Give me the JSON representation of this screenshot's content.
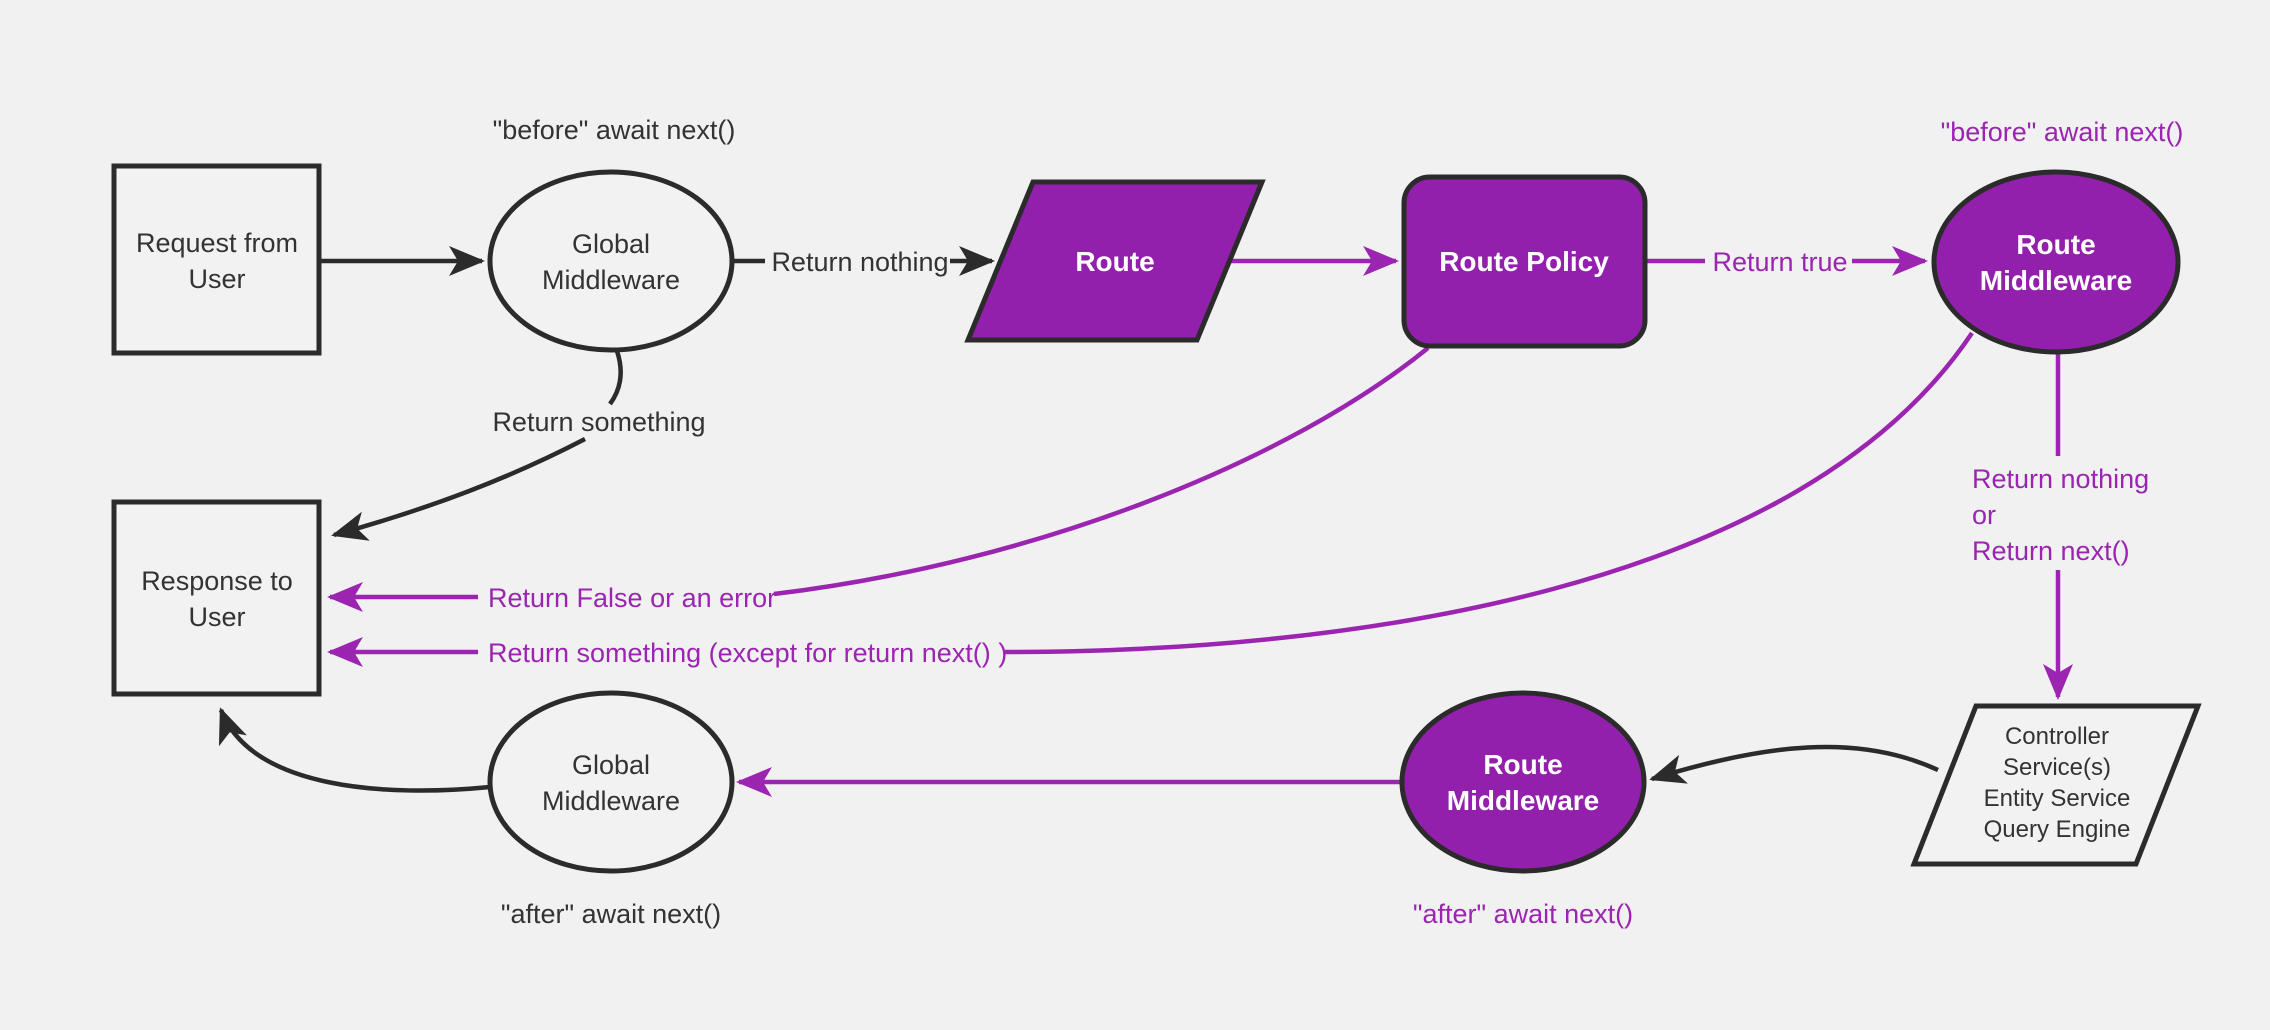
{
  "diagram": {
    "colors": {
      "background": "#f1f1f1",
      "light_fill": "#f2f2f2",
      "purple_fill": "#9320ac",
      "purple": "#9b25b1",
      "dark": "#333333",
      "stroke": "#2b2b2b",
      "white": "#ffffff"
    },
    "nodes": {
      "request": {
        "type": "rectangle",
        "lines": [
          "Request from",
          "User"
        ]
      },
      "global_top": {
        "type": "ellipse",
        "lines": [
          "Global",
          "Middleware"
        ]
      },
      "route": {
        "type": "parallelogram",
        "label": "Route"
      },
      "route_policy": {
        "type": "rounded-rectangle",
        "label": "Route Policy"
      },
      "route_mw_top": {
        "type": "ellipse",
        "lines": [
          "Route",
          "Middleware"
        ]
      },
      "controller": {
        "type": "parallelogram",
        "lines": [
          "Controller",
          "Service(s)",
          "Entity Service",
          "Query Engine"
        ]
      },
      "route_mw_bottom": {
        "type": "ellipse",
        "lines": [
          "Route",
          "Middleware"
        ]
      },
      "global_bottom": {
        "type": "ellipse",
        "lines": [
          "Global",
          "Middleware"
        ]
      },
      "response": {
        "type": "rectangle",
        "lines": [
          "Response to",
          "User"
        ]
      }
    },
    "labels": {
      "before_await_left": "\"before\" await next()",
      "return_nothing": "Return nothing",
      "return_true": "Return true",
      "before_await_right": "\"before\" await next()",
      "return_branch": {
        "lines": [
          "Return nothing",
          "or",
          "Return next()"
        ]
      },
      "return_something": "Return something",
      "return_false": "Return False or an error",
      "return_something_except": "Return something (except for return next() )",
      "after_await_mid": "\"after\" await next()",
      "after_await_left": "\"after\" await next()"
    }
  }
}
